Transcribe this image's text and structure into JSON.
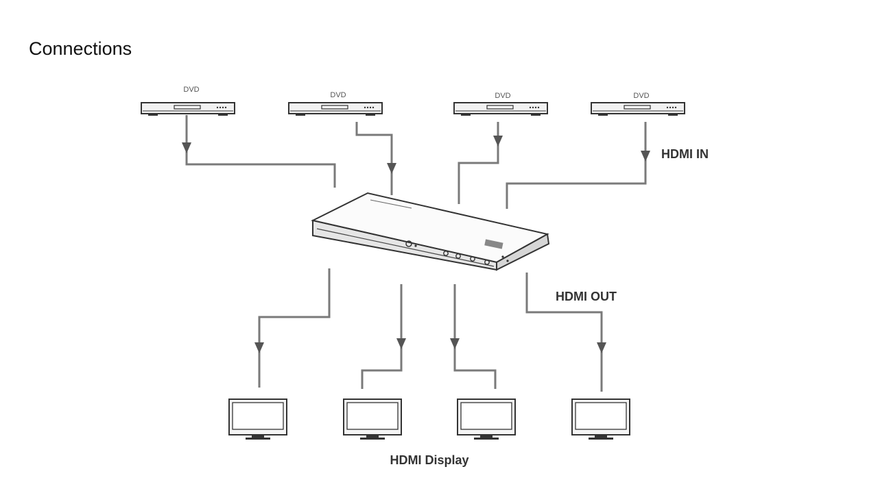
{
  "slide": {
    "title": "Connections"
  },
  "diagram": {
    "sources": [
      {
        "label": "DVD"
      },
      {
        "label": "DVD"
      },
      {
        "label": "DVD"
      },
      {
        "label": "DVD"
      }
    ],
    "labels": {
      "hdmi_in": "HDMI IN",
      "hdmi_out": "HDMI OUT",
      "hdmi_display": "HDMI Display"
    },
    "displays_count": 4,
    "colors": {
      "line": "#7a7a7a",
      "device": "#444444"
    }
  }
}
